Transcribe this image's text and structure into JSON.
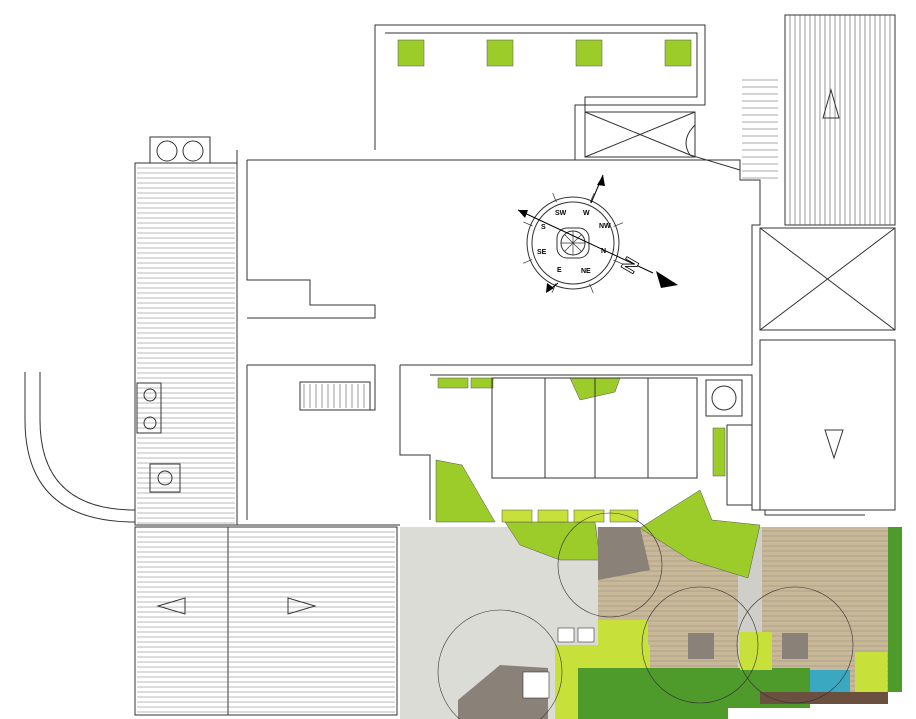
{
  "plan": {
    "compass": {
      "labels": [
        "SW",
        "W",
        "NW",
        "N",
        "NE",
        "E",
        "SE",
        "S"
      ],
      "north_label": "N"
    },
    "colors": {
      "lime": "#9ccc2a",
      "bright_lime": "#c8e03a",
      "dark_green": "#4e9a2a",
      "paving": "#dcdcd6",
      "decking": "#c8b89a",
      "taupe": "#8a8278",
      "teal": "#3aa8c0",
      "brown": "#6b5040"
    }
  }
}
